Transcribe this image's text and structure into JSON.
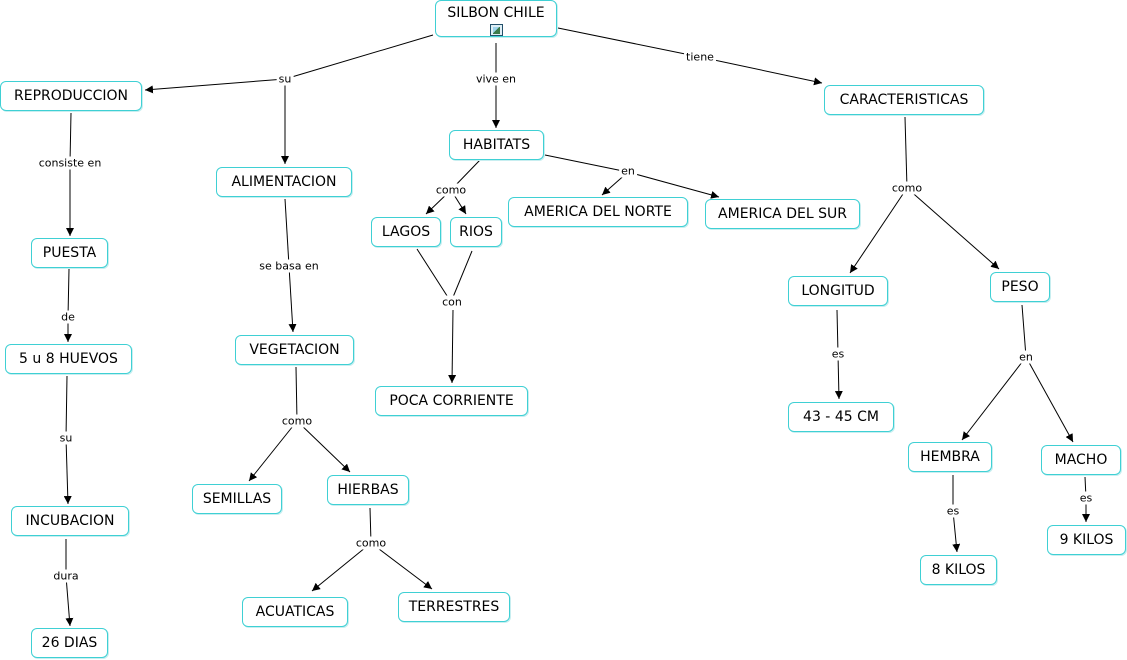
{
  "concepts": {
    "silbon_chile": "SILBON CHILE",
    "reproduccion": "REPRODUCCION",
    "alimentacion": "ALIMENTACION",
    "habitats": "HABITATS",
    "caracteristicas": "CARACTERISTICAS",
    "puesta": "PUESTA",
    "huevos": "5 u 8 HUEVOS",
    "incubacion": "INCUBACION",
    "dias": "26 DIAS",
    "vegetacion": "VEGETACION",
    "semillas": "SEMILLAS",
    "hierbas": "HIERBAS",
    "acuaticas": "ACUATICAS",
    "terrestres": "TERRESTRES",
    "lagos": "LAGOS",
    "rios": "RIOS",
    "poca_corriente": "POCA CORRIENTE",
    "america_norte": "AMERICA DEL NORTE",
    "america_sur": "AMERICA DEL SUR",
    "longitud": "LONGITUD",
    "medida": "43 - 45 CM",
    "peso": "PESO",
    "hembra": "HEMBRA",
    "macho": "MACHO",
    "kilos_8": "8 KILOS",
    "kilos_9": "9 KILOS"
  },
  "linking_phrases": {
    "su_1": "su",
    "vive_en": "vive en",
    "tiene": "tiene",
    "consiste_en": "consiste en",
    "de": "de",
    "su_2": "su",
    "dura": "dura",
    "se_basa_en": "se basa en",
    "como_vegetacion": "como",
    "como_hierbas": "como",
    "como_habitats": "como",
    "en_habitats": "en",
    "con": "con",
    "como_caracteristicas": "como",
    "es_longitud": "es",
    "en_peso": "en",
    "es_hembra": "es",
    "es_macho": "es"
  },
  "colors": {
    "node_border": "#3fd0d4",
    "line": "#000000"
  },
  "icons": {
    "root_attachment": "image-resource-icon"
  }
}
